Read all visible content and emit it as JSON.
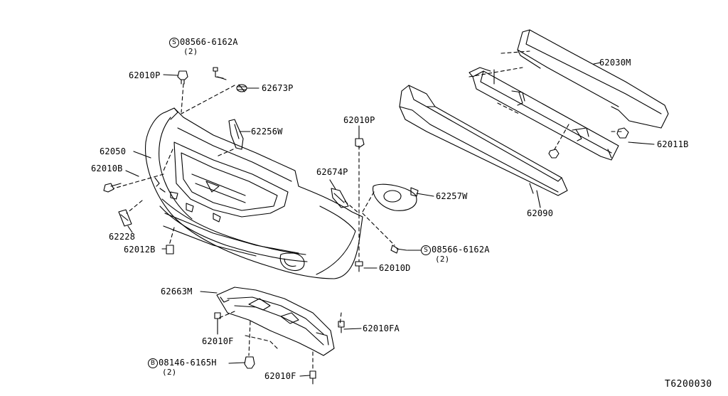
{
  "diagram_id": "T6200030",
  "parts": {
    "p62010P_top": "62010P",
    "p08566_top": "08566-6162A",
    "p08566_top_qty": "(2)",
    "p08566_top_prefix": "S",
    "p62673P": "62673P",
    "p62256W": "62256W",
    "p62050": "62050",
    "p62010B": "62010B",
    "p62228": "62228",
    "p62012B": "62012B",
    "p62010P_mid": "62010P",
    "p62674P": "62674P",
    "p62257W": "62257W",
    "p08566_mid": "08566-6162A",
    "p08566_mid_qty": "(2)",
    "p08566_mid_prefix": "S",
    "p62010D": "62010D",
    "p62030M": "62030M",
    "p62011B": "62011B",
    "p62090": "62090",
    "p62663M": "62663M",
    "p62010FA": "62010FA",
    "p62010F_a": "62010F",
    "p08146": "08146-6165H",
    "p08146_qty": "(2)",
    "p08146_prefix": "B",
    "p62010F_b": "62010F"
  }
}
